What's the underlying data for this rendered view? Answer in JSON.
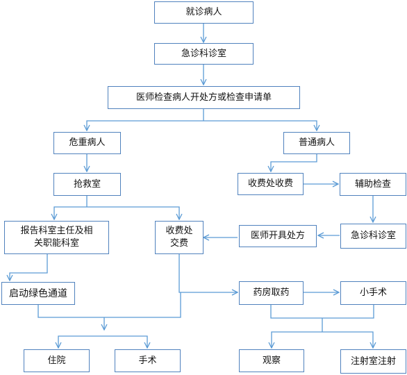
{
  "nodes": {
    "jiuzhen": "就诊病人",
    "jizhenke_top": "急诊科诊室",
    "yishi_jiancha": "医师检查病人开处方或检查申请单",
    "weizhong": "危重病人",
    "putong": "普通病人",
    "qiangjiu": "抢救室",
    "shoufei_shoufei": "收费处收费",
    "fuzhu_jiancha": "辅助检查",
    "baogao": "报告科室主任及相\n关职能科室",
    "shoufei_jiaofei": "收费处\n交费",
    "yishi_chufang": "医师开具处方",
    "jizhenke_bottom": "急诊科诊室",
    "lvse": "启动绿色通道",
    "yaofang": "药房取药",
    "xiaoshoushu": "小手术",
    "zhuyuan": "住院",
    "shoushu": "手术",
    "guancha": "观察",
    "zhusheshi": "注射室注射"
  },
  "colors": {
    "line": "#5b9bd5",
    "border": "#4f81bd"
  }
}
